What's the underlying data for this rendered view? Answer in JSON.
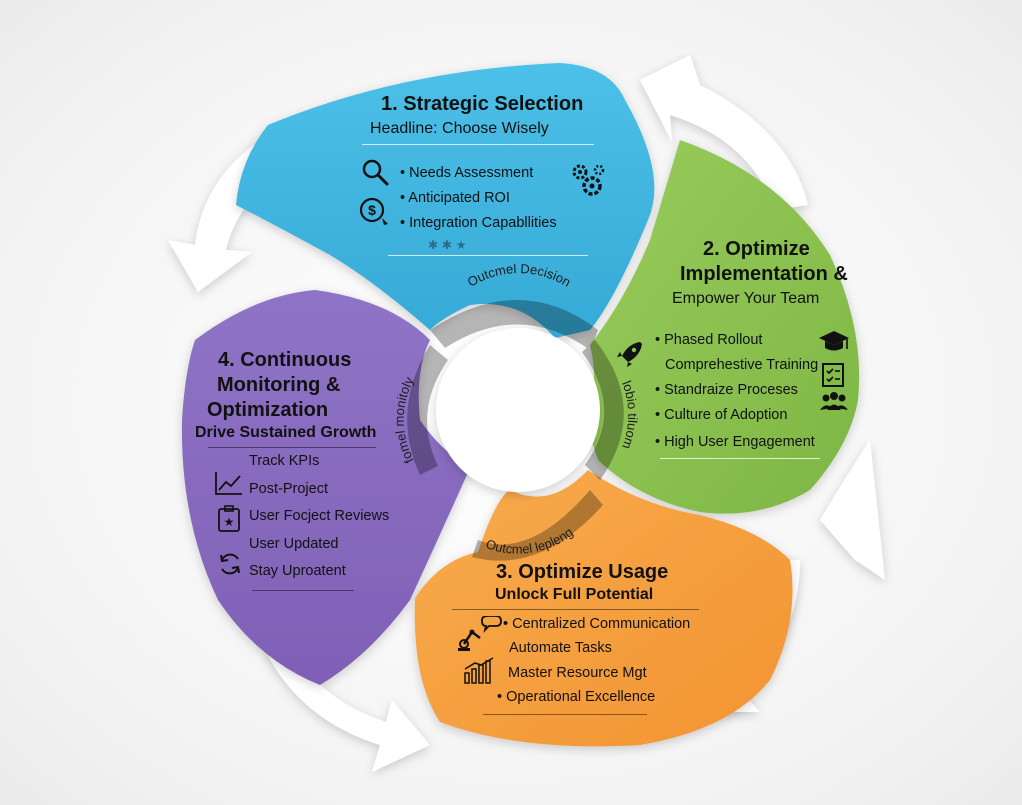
{
  "segments": {
    "s1": {
      "title": "1. Strategic Selection",
      "subtitle": "Headline: Choose Wisely",
      "items": [
        "• Needs Assessment",
        "• Anticipated ROI",
        "• Integration Capabllities"
      ],
      "arc_label": "Outcmel Decision",
      "color": "#45b9e2"
    },
    "s2": {
      "title_lines": [
        "2. Optimize",
        "Implementation &"
      ],
      "subtitle": "Empower Your Team",
      "items": [
        "• Phased Rollout",
        "Comprehestive Training",
        "• Standraize Proceses",
        "• Culture of Adoption",
        "• High User Engagement"
      ],
      "arc_label": "lobio tiluom",
      "color": "#8cc152"
    },
    "s3": {
      "title": "3. Optimize Usage",
      "subtitle": "Unlock Full Potential",
      "items": [
        "• Centralized Communication",
        "Automate Tasks",
        "Master Resource Mgt",
        "• Operational Excellence"
      ],
      "arc_label": "Outcmel lepleng",
      "color": "#f5a040"
    },
    "s4": {
      "title_lines": [
        "4. Continuous",
        "Monitoring &",
        "Optimization"
      ],
      "subtitle": "Drive Sustained Growth",
      "items": [
        "Track KPIs",
        "Post-Project",
        "User Focject Reviews",
        "User Updated",
        "Stay Uproatent"
      ],
      "arc_label": "fomel monitoly",
      "color": "#8b6bbf"
    }
  },
  "icons": [
    "search-icon",
    "gears-icon",
    "dollar-coin-icon",
    "stars-icon",
    "rocket-icon",
    "graduation-cap-icon",
    "checklist-icon",
    "people-icon",
    "robot-arm-chat-icon",
    "bar-chart-icon",
    "line-chart-icon",
    "badge-icon",
    "refresh-cycle-icon"
  ]
}
